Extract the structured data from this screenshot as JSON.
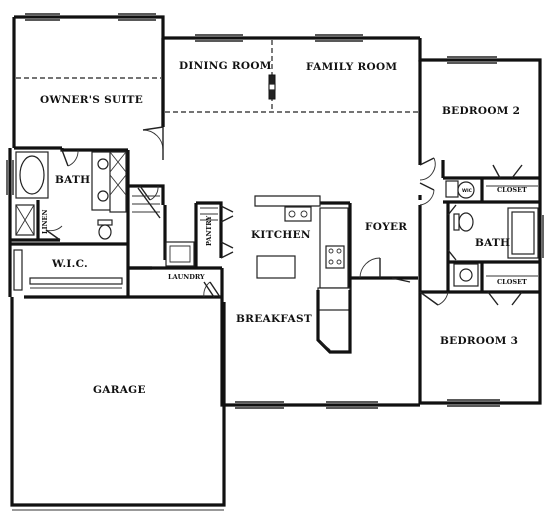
{
  "rooms": {
    "owners_suite": "OWNER'S SUITE",
    "dining_room": "DINING ROOM",
    "family_room": "FAMILY ROOM",
    "bedroom_2": "BEDROOM 2",
    "bath_master": "BATH",
    "bath_secondary": "BATH",
    "kitchen": "KITCHEN",
    "foyer": "FOYER",
    "wic": "W.I.C.",
    "laundry": "LAUNDRY",
    "pantry": "PANTRY",
    "linen": "LINEN",
    "breakfast": "BREAKFAST",
    "bedroom_3": "BEDROOM 3",
    "garage": "GARAGE",
    "closet_upper": "CLOSET",
    "closet_lower": "CLOSET",
    "wic_small": "WIC"
  }
}
